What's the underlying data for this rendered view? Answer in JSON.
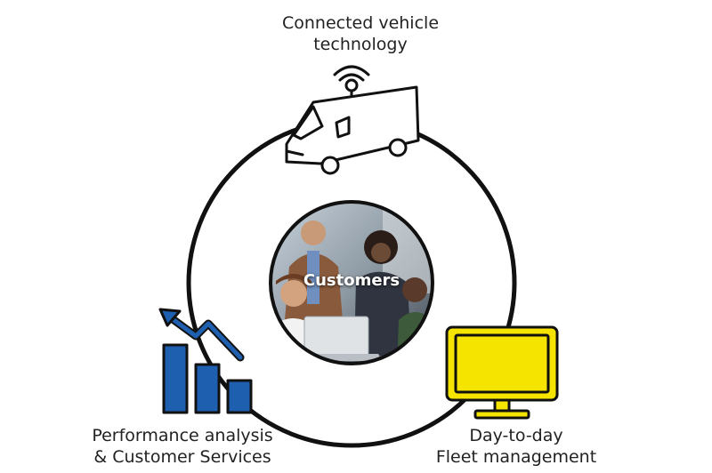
{
  "nodes": {
    "top": {
      "line1": "Connected vehicle",
      "line2": "technology",
      "icon": "van-with-wifi-icon"
    },
    "left": {
      "line1": "Performance analysis",
      "line2": "& Customer Services",
      "icon": "bar-chart-arrow-icon"
    },
    "right": {
      "line1": "Day-to-day",
      "line2": "Fleet management",
      "icon": "monitor-icon"
    },
    "center": {
      "label": "Customers",
      "image": "people-meeting-photo"
    }
  },
  "colors": {
    "ring": "#111111",
    "chart_blue": "#1f5fb0",
    "monitor_yellow": "#f5e400",
    "outline": "#111111"
  }
}
